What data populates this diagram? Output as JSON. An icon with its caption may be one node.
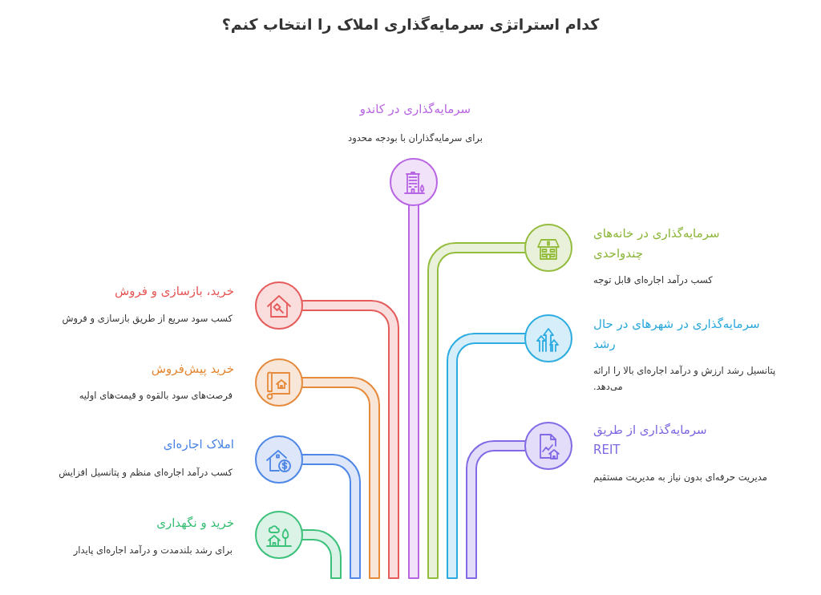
{
  "diagram": {
    "title": "کدام استراتژی سرمایه‌گذاری املاک را انتخاب کنم؟",
    "nodes": [
      {
        "text": [
          "سرمایه‌گذاری در کاندو",
          "برای سرمایه‌گذاران با بودجه محدود"
        ]
      },
      {
        "text": [
          "سرمایه‌گذاری در خانه‌های چندواحدی",
          "کسب درآمد اجاره‌ای قابل توجه"
        ]
      },
      {
        "text": [
          "خرید، بازسازی و فروش",
          "کسب سود سریع از طریق بازسازی و فروش"
        ]
      },
      {
        "text": [
          "سرمایه‌گذاری در شهرهای در حال رشد",
          "پتانسیل رشد ارزش و درآمد اجاره‌ای بالا را ارائه می‌دهد."
        ]
      },
      {
        "text": [
          "خرید پیش‌فروش",
          "فرصت‌های سود بالقوه و قیمت‌های اولیه"
        ]
      },
      {
        "text": [
          "سرمایه‌گذاری از طریق REIT",
          "مدیریت حرفه‌ای بدون نیاز به مدیریت مستقیم"
        ]
      },
      {
        "text": [
          "املاک اجاره‌ای",
          "کسب درآمد اجاره‌ای منظم و پتانسیل افزایش"
        ]
      },
      {
        "text": [
          "خرید و نگهداری",
          "برای رشد بلندمدت و درآمد اجاره‌ای پایدار"
        ]
      }
    ]
  }
}
